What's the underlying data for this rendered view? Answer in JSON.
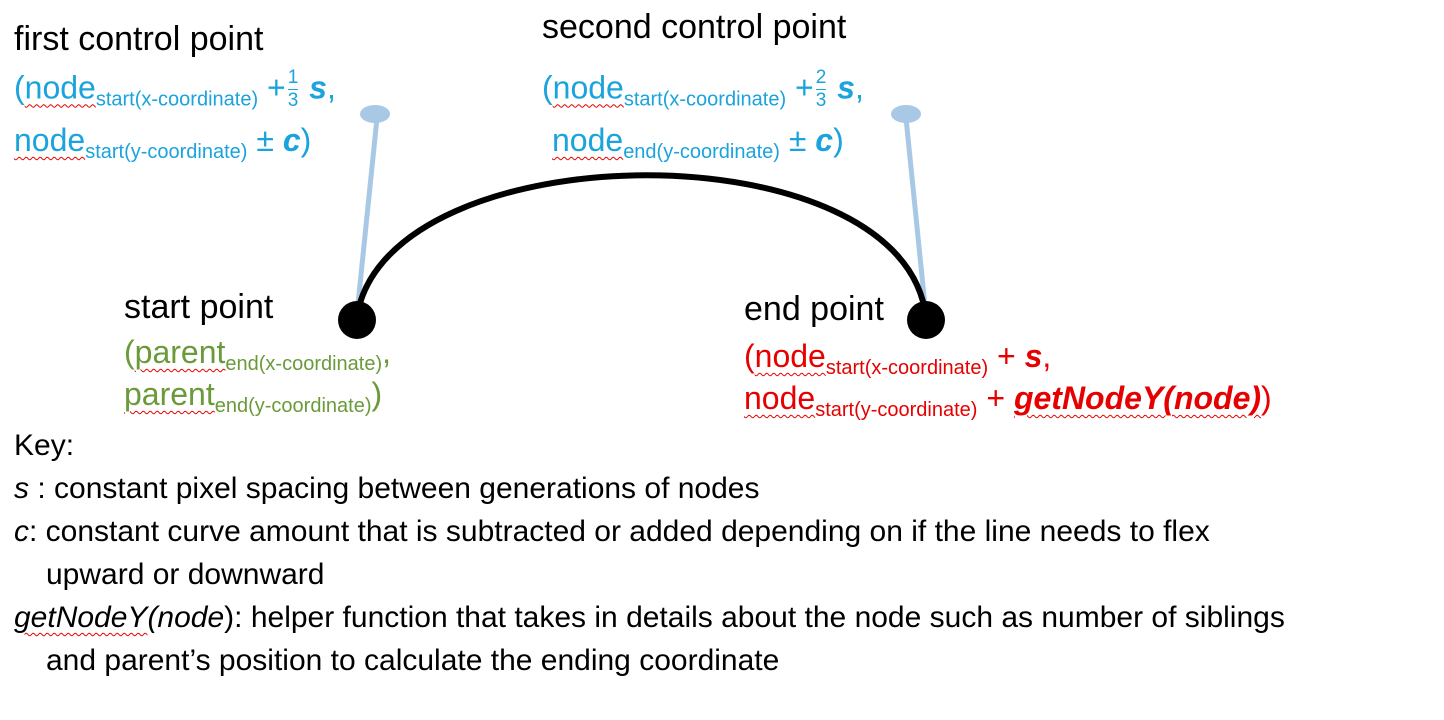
{
  "colors": {
    "control": "#1aa3dc",
    "control_line": "#a9c8e6",
    "start": "#6a9a3a",
    "end": "#e60000",
    "curve": "#000000"
  },
  "labels": {
    "first_control": "first control point",
    "second_control": "second control point",
    "start_point": "start point",
    "end_point": "end point"
  },
  "first_control": {
    "l1_open": "(",
    "l1_node": "node",
    "l1_sub": "start(x-coordinate)",
    "l1_plus": " +",
    "frac_num": "1",
    "frac_den": "3",
    "l1_var": " s",
    "l1_end": ",",
    "l2_node": "node",
    "l2_sub": "start(y-coordinate)",
    "l2_pm": " ± ",
    "l2_var": "c",
    "l2_end": ")"
  },
  "second_control": {
    "l1_open": "(",
    "l1_node": "node",
    "l1_sub": "start(x-coordinate)",
    "l1_plus": " +",
    "frac_num": "2",
    "frac_den": "3",
    "l1_var": " s",
    "l1_end": ",",
    "l2_node": "node",
    "l2_sub": "end(y-coordinate)",
    "l2_pm": " ± ",
    "l2_var": "c",
    "l2_end": ")"
  },
  "start": {
    "l1_open": "(",
    "l1_node": "parent",
    "l1_sub": "end(x-coordinate)",
    "l1_end": ",",
    "l2_node": "parent",
    "l2_sub": "end(y-coordinate)",
    "l2_end": ")"
  },
  "end": {
    "l1_open": "(",
    "l1_node": "node",
    "l1_sub": "start(x-coordinate)",
    "l1_plus": " + ",
    "l1_var": "s",
    "l1_end": ",",
    "l2_node": "node",
    "l2_sub": "start(y-coordinate)",
    "l2_plus": " + ",
    "l2_fn": "getNodeY(node)",
    "l2_end": ")"
  },
  "key": {
    "heading": "Key:",
    "s_term": "s",
    "s_desc": " : constant pixel spacing between generations of nodes",
    "c_term": "c",
    "c_desc": ": constant curve amount that is subtracted or added depending on if the line needs to flex",
    "c_desc2": "upward or downward",
    "g_term": "getNodeY",
    "g_arg": "(node",
    "g_desc": "): helper function that takes in details about the node such as number of siblings",
    "g_desc2": "and parent’s position to calculate the ending coordinate"
  }
}
